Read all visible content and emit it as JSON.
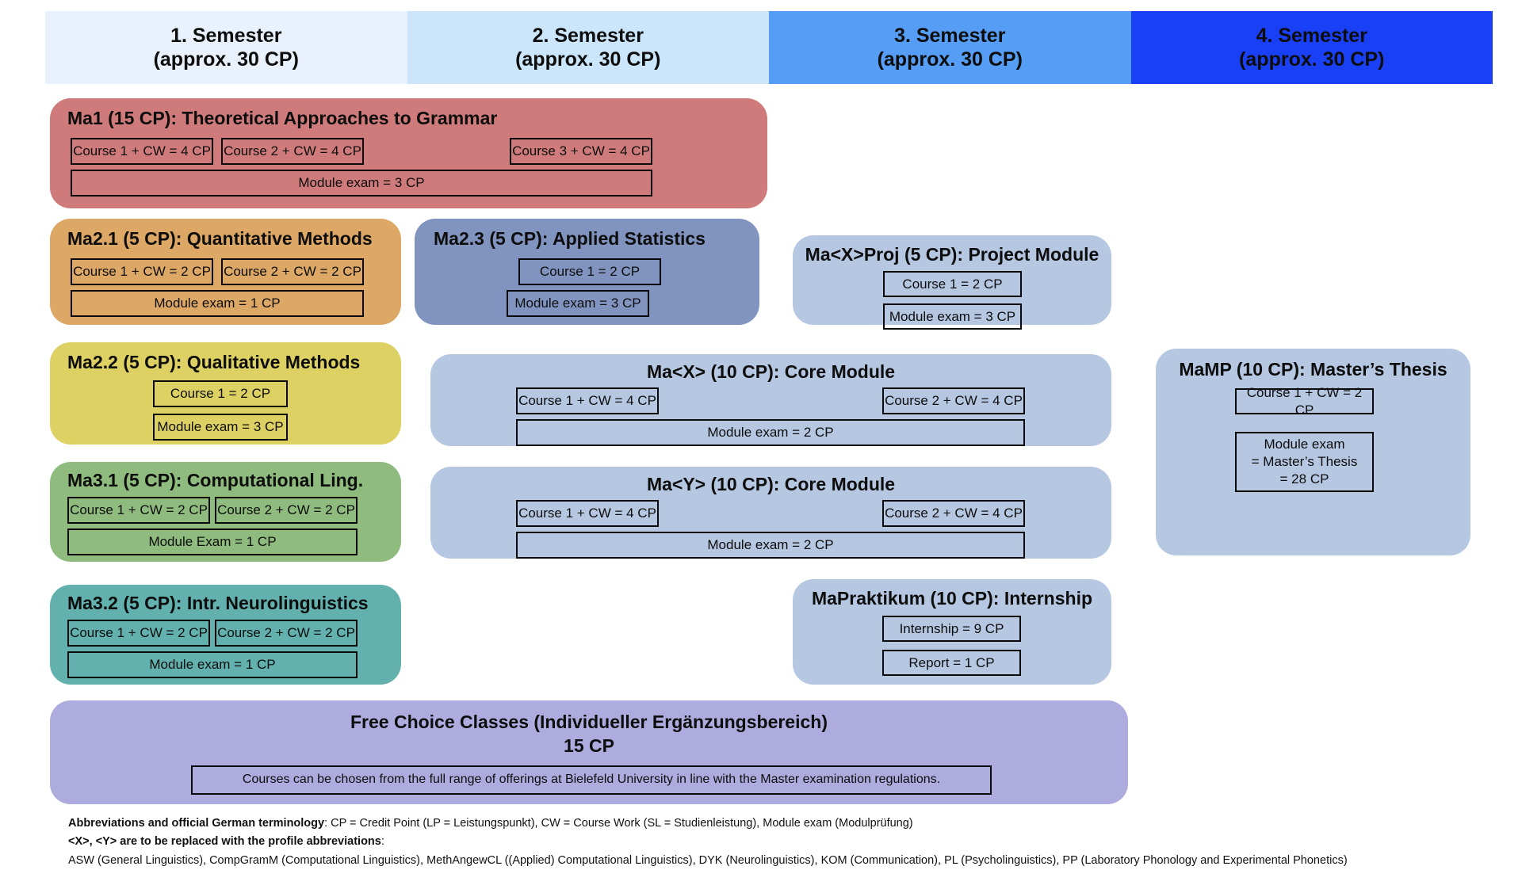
{
  "semesters": [
    {
      "line1": "1. Semester",
      "line2": "(approx. 30 CP)",
      "color": "#e8f1fc"
    },
    {
      "line1": "2. Semester",
      "line2": "(approx. 30 CP)",
      "color": "#cbe5fb"
    },
    {
      "line1": "3. Semester",
      "line2": "(approx. 30 CP)",
      "color": "#559df5"
    },
    {
      "line1": "4. Semester",
      "line2": "(approx. 30 CP)",
      "color": "#1a40f5"
    }
  ],
  "modules": {
    "ma1": {
      "title": "Ma1 (15 CP): Theoretical Approaches to Grammar",
      "color": "#cf7b7b",
      "course1": "Course 1 + CW = 4 CP",
      "course2": "Course 2 + CW = 4 CP",
      "course3": "Course 3 + CW = 4 CP",
      "exam": "Module exam = 3 CP"
    },
    "ma21": {
      "title": "Ma2.1 (5 CP): Quantitative Methods",
      "color": "#dda765",
      "course1": "Course 1 + CW = 2 CP",
      "course2": "Course 2 + CW = 2 CP",
      "exam": "Module exam = 1 CP"
    },
    "ma23": {
      "title": "Ma2.3 (5 CP): Applied Statistics",
      "color": "#8194c0",
      "course1": "Course 1 = 2 CP",
      "exam": "Module exam = 3 CP"
    },
    "maxproj": {
      "title": "Ma<X>Proj (5 CP): Project Module",
      "color": "#b6c7e2",
      "course1": "Course 1 = 2 CP",
      "exam": "Module exam = 3 CP"
    },
    "ma22": {
      "title": "Ma2.2 (5 CP): Qualitative Methods",
      "color": "#ddd163",
      "course1": "Course 1 = 2 CP",
      "exam": "Module exam = 3 CP"
    },
    "maxcore": {
      "title": "Ma<X> (10 CP): Core Module",
      "color": "#b6c7e2",
      "course1": "Course 1 + CW = 4 CP",
      "course2": "Course 2 + CW = 4 CP",
      "exam": "Module exam = 2 CP"
    },
    "mamp": {
      "title": "MaMP (10 CP): Master’s Thesis",
      "color": "#b6c7e2",
      "course1": "Course 1 + CW = 2 CP",
      "exam": "Module exam\n= Master’s Thesis\n= 28 CP"
    },
    "ma31": {
      "title": "Ma3.1 (5 CP): Computational Ling.",
      "color": "#8fbc7e",
      "course1": "Course 1 + CW = 2 CP",
      "course2": "Course 2 + CW = 2 CP",
      "exam": "Module Exam = 1 CP"
    },
    "maycore": {
      "title": "Ma<Y> (10 CP): Core Module",
      "color": "#b6c7e2",
      "course1": "Course 1 + CW = 4 CP",
      "course2": "Course 2 + CW = 4 CP",
      "exam": "Module exam = 2 CP"
    },
    "ma32": {
      "title": "Ma3.2 (5 CP): Intr. Neurolinguistics",
      "color": "#62b1ae",
      "course1": "Course 1 + CW = 2 CP",
      "course2": "Course 2 + CW = 2 CP",
      "exam": "Module exam = 1 CP"
    },
    "mapraktikum": {
      "title": "MaPraktikum (10 CP): Internship",
      "color": "#b6c7e2",
      "internship": "Internship = 9 CP",
      "report": "Report = 1 CP"
    },
    "freechoice": {
      "title_line1": "Free Choice Classes  (Individueller Ergänzungsbereich)",
      "title_line2": "15 CP",
      "color": "#aeabde",
      "note": "Courses can be chosen from the full range of offerings at Bielefeld University in line with the Master examination regulations."
    }
  },
  "legend": {
    "line1_bold": "Abbreviations and official German terminology",
    "line1_rest": ": CP = Credit Point (LP = Leistungspunkt), CW = Course Work (SL = Studienleistung), Module exam (Modulprüfung)",
    "line2_bold": "<X>, <Y> are to be replaced with the profile abbreviations",
    "line2_rest": ":",
    "line3": "ASW (General Linguistics), CompGramM (Computational Linguistics), MethAngewCL ((Applied) Computational Linguistics), DYK (Neurolinguistics), KOM (Communication), PL (Psycholinguistics), PP (Laboratory Phonology and Experimental Phonetics)"
  }
}
